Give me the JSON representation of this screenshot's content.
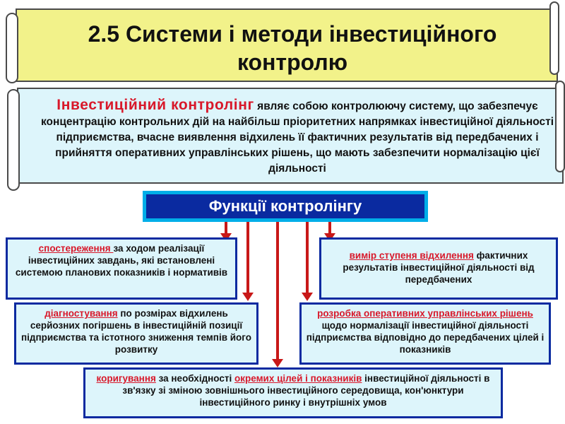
{
  "title": "2.5 Системи і методи інвестиційного контролю",
  "definition": {
    "term": "Інвестиційний контролінг",
    "text": " являє собою контролюючу систему, що забезпечує концентрацію контрольних дій на найбільш пріоритетних напрямках інвестиційної діяльності підприємства, вчасне виявлення відхилень її фактичних результатів від передбачених і прийняття оперативних управлінських рішень, що мають забезпечити нормалізацію цієї діяльності"
  },
  "functions_header": "Функції контролінгу",
  "functions": {
    "observation": {
      "keyword": "спостереження ",
      "text": "за ходом реалізації інвестиційних завдань, які встановлені системою планових показників і нормативів"
    },
    "measurement": {
      "keyword": "вимір ступеня відхилення",
      "text": " фактичних результатів інвестиційної діяльності від передбачених"
    },
    "diagnostics": {
      "keyword": "діагностування",
      "text": " по розмірах відхилень серйозних погіршень в інвестиційній позиції підприємства та істотного зниження темпів його розвитку"
    },
    "decisions": {
      "keyword": "розробка оперативних управлінських рішень",
      "text": " щодо нормалізації інвестиційної діяльності підприємства відповідно до передбачених цілей і показників"
    },
    "correction": {
      "keyword1": "коригування",
      "text1": " за необхідності ",
      "keyword2": "окремих цілей і показників",
      "text2": " інвестиційної діяльності в зв'язку зі зміною зовнішнього інвестиційного середовища, кон'юнктури інвестиційного ринку і внутрішніх умов"
    }
  },
  "colors": {
    "title_bg": "#f2f28a",
    "panel_bg": "#ddf5fb",
    "box_border": "#0a2aa0",
    "header_border": "#00aee8",
    "accent_red": "#d8182a",
    "arrow": "#c81818"
  }
}
